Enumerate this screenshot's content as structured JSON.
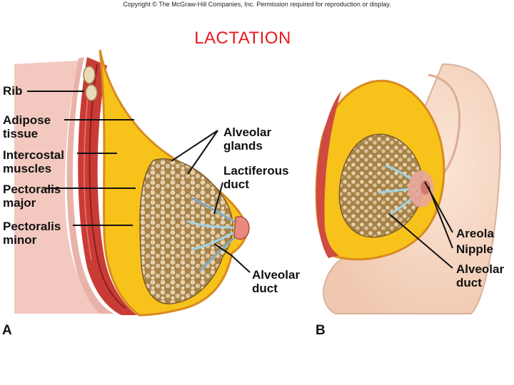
{
  "copyright": "Copyright © The McGraw-Hill Companies, Inc. Permission required for reproduction or display.",
  "title": "LACTATION",
  "panel_a": {
    "letter": "A",
    "labels": {
      "rib": "Rib",
      "adipose": "Adipose\ntissue",
      "intercostal": "Intercostal\nmuscles",
      "pectoralis_major": "Pectoralis\nmajor",
      "pectoralis_minor": "Pectoralis\nminor",
      "alveolar_glands": "Alveolar\nglands",
      "lactiferous_duct": "Lactiferous\nduct",
      "alveolar_duct": "Alveolar\nduct"
    }
  },
  "panel_b": {
    "letter": "B",
    "labels": {
      "areola": "Areola",
      "nipple": "Nipple",
      "alveolar_duct": "Alveolar\nduct"
    }
  },
  "colors": {
    "title": "#e8191f",
    "adipose": "#f7c21a",
    "gland": "#b08a50",
    "muscle": "#c8403a",
    "skin": "#f6d8c4",
    "duct": "#9fd3ea"
  }
}
